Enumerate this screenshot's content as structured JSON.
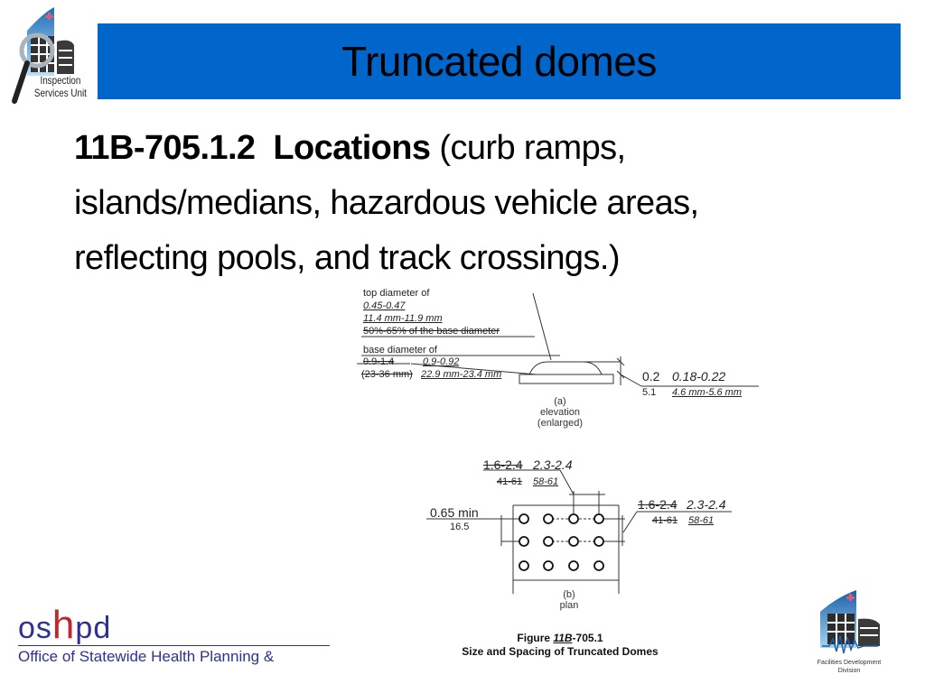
{
  "header": {
    "title": "Truncated domes",
    "title_bar_color": "#0066cc"
  },
  "logos": {
    "top_left": {
      "icon": "inspection-magnifier-building-icon",
      "line1": "Inspection",
      "line2": "Services Unit"
    },
    "bottom_left": {
      "brand_prefix": "os",
      "brand_h": "h",
      "brand_suffix": "pd",
      "subtitle": "Office of Statewide Health Planning &",
      "brand_color": "#2e3192",
      "accent_color": "#c1272d"
    },
    "bottom_right": {
      "icon": "facilities-building-waveform-icon",
      "line1": "Facilities Development",
      "line2": "Division"
    }
  },
  "body": {
    "code": "11B-705.1.2",
    "heading": "Locations",
    "text_line1": " (curb ramps,",
    "text_line2": "islands/medians, hazardous vehicle areas,",
    "text_line3": "reflecting pools,  and track crossings.)"
  },
  "figure": {
    "elevation": {
      "top_diameter_label": "top diameter of",
      "top_diameter_in": "0.45-0.47",
      "top_diameter_mm": "11.4 mm-11.9 mm",
      "top_diameter_old": "50%-65% of the base diameter",
      "base_diameter_label": "base diameter of",
      "base_diameter_old_in": "0.9-1.4",
      "base_diameter_new_in": "0.9-0.92",
      "base_diameter_old_mm": "(23-36 mm)",
      "base_diameter_new_mm": "22.9 mm-23.4 mm",
      "height_old_in": "0.2",
      "height_new_in": "0.18-0.22",
      "height_old_mm": "5.1",
      "height_new_mm": "4.6 mm-5.6 mm",
      "caption_a": "(a)",
      "caption_line1": "elevation",
      "caption_line2": "(enlarged)"
    },
    "plan": {
      "spacing_top_old_in": "1.6-2.4",
      "spacing_top_new_in": "2.3-2.4",
      "spacing_top_old_mm": "41-61",
      "spacing_top_new_mm": "58-61",
      "spacing_right_old_in": "1.6-2.4",
      "spacing_right_new_in": "2.3-2.4",
      "spacing_right_old_mm": "41-61",
      "spacing_right_new_mm": "58-61",
      "min_spacing_in": "0.65 min",
      "min_spacing_mm": "16.5",
      "caption_b": "(b)",
      "caption_line1": "plan"
    },
    "caption_prefix": "Figure ",
    "caption_code": "11B",
    "caption_suffix": "-705.1",
    "caption_title": "Size and Spacing of Truncated Domes"
  }
}
